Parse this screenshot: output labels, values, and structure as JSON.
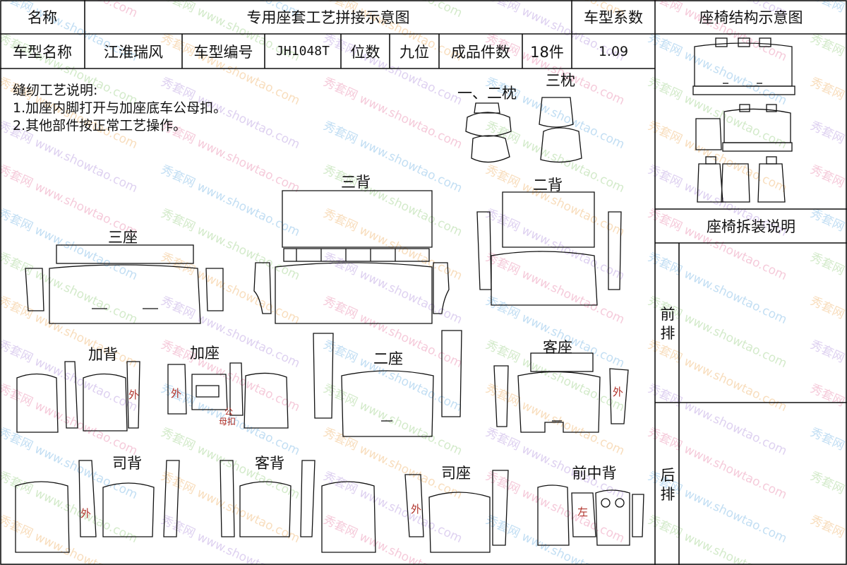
{
  "header": {
    "name_label": "名称",
    "title": "专用座套工艺拼接示意图",
    "coef_label": "车型系数",
    "structure_label": "座椅结构示意图"
  },
  "info": {
    "model_name_label": "车型名称",
    "model_name": "江淮瑞风",
    "model_no_label": "车型编号",
    "model_no": "JH1048T",
    "seats_label": "位数",
    "seats": "九位",
    "parts_label": "成品件数",
    "parts": "18件",
    "coef": "1.09"
  },
  "notes": {
    "title": "缝纫工艺说明:",
    "line1": "1.加座内脚打开与加座底车公母扣。",
    "line2": "2.其他部件按正常工艺操作。"
  },
  "labels": {
    "pillow12": "一、二枕",
    "pillow3": "三枕",
    "back3": "三背",
    "back2": "二背",
    "seat3": "三座",
    "extra_back": "加背",
    "extra_seat": "加座",
    "seat2": "二座",
    "passenger_seat": "客座",
    "driver_back": "司背",
    "passenger_back": "客背",
    "driver_seat": "司座",
    "front_mid_back": "前中背"
  },
  "marks": {
    "outer": "外",
    "left": "左",
    "male_female": "公",
    "buckle": "母扣"
  },
  "right_panel": {
    "disassembly_title": "座椅拆装说明",
    "front_row": "前排",
    "rear_row": "后排"
  },
  "watermark": {
    "brand": "秀套网",
    "url": "www.showtao.com"
  }
}
